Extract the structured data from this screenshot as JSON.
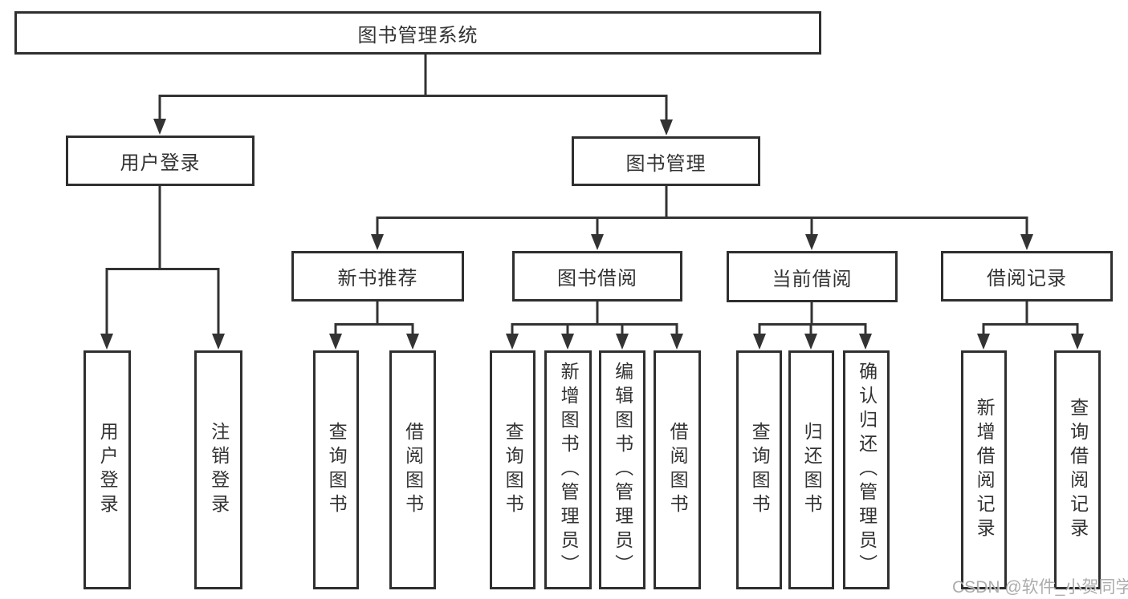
{
  "diagram": {
    "title_node": {
      "label": "图书管理系统"
    },
    "level2": [
      {
        "label": "用户登录"
      },
      {
        "label": "图书管理"
      }
    ],
    "level3": [
      {
        "label": "新书推荐",
        "parent": "图书管理"
      },
      {
        "label": "图书借阅",
        "parent": "图书管理"
      },
      {
        "label": "当前借阅",
        "parent": "图书管理"
      },
      {
        "label": "借阅记录",
        "parent": "图书管理"
      }
    ],
    "leaves": [
      {
        "label": "用户登录",
        "parent": "用户登录"
      },
      {
        "label": "注销登录",
        "parent": "用户登录"
      },
      {
        "label": "查询图书",
        "parent": "新书推荐"
      },
      {
        "label": "借阅图书",
        "parent": "新书推荐"
      },
      {
        "label": "查询图书",
        "parent": "图书借阅"
      },
      {
        "label": "新增图书（管理员）",
        "parent": "图书借阅"
      },
      {
        "label": "编辑图书（管理员）",
        "parent": "图书借阅"
      },
      {
        "label": "借阅图书",
        "parent": "图书借阅"
      },
      {
        "label": "查询图书",
        "parent": "当前借阅"
      },
      {
        "label": "归还图书",
        "parent": "当前借阅"
      },
      {
        "label": "确认归还（管理员）",
        "parent": "当前借阅"
      },
      {
        "label": "新增借阅记录",
        "parent": "借阅记录"
      },
      {
        "label": "查询借阅记录",
        "parent": "借阅记录"
      }
    ]
  },
  "watermark": {
    "text": "CSDN @软件_小贺同学"
  },
  "colors": {
    "line": "#333333",
    "box_border": "#2f2f2f",
    "box_background": "#ffffff",
    "page_background": "#ffffff",
    "watermark": "#9e9e9e"
  }
}
